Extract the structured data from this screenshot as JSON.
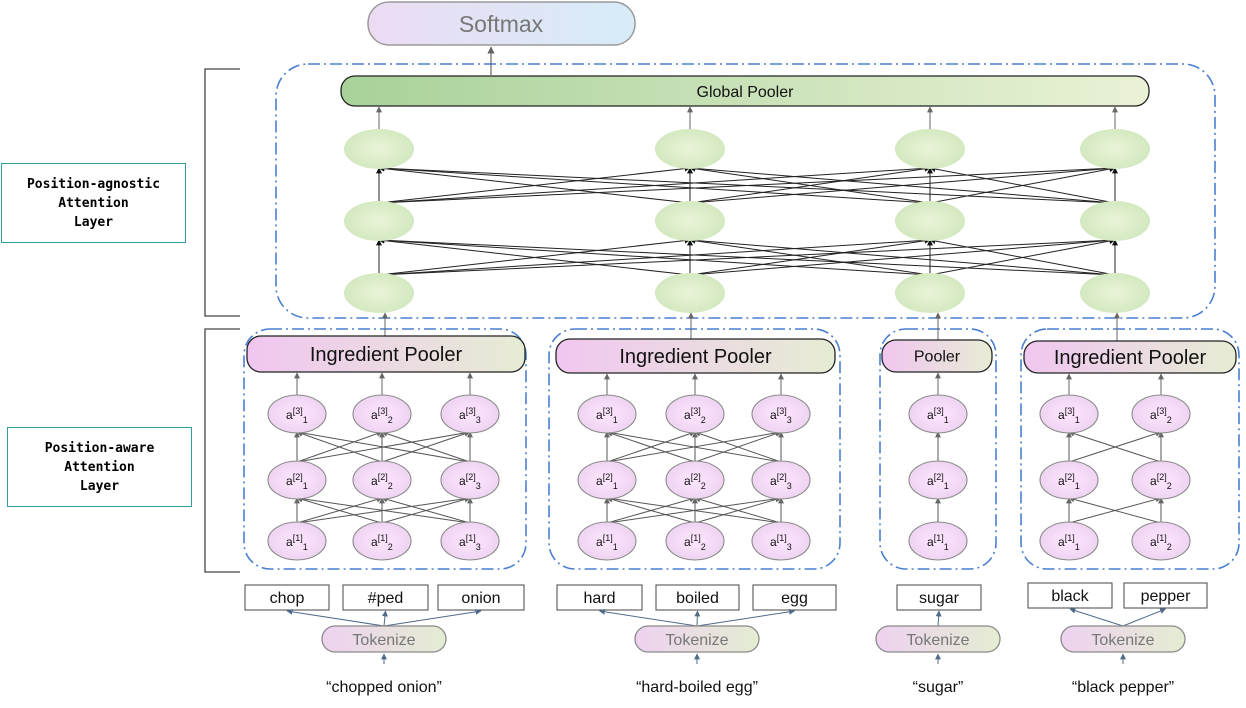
{
  "top": {
    "softmax": "Softmax",
    "global_pooler": "Global Pooler"
  },
  "layers": {
    "agnostic": [
      "Position-agnostic",
      "Attention",
      "Layer"
    ],
    "aware": [
      "Position-aware",
      "Attention",
      "Layer"
    ]
  },
  "groups": [
    {
      "pooler": "Ingredient Pooler",
      "tokens": [
        "chop",
        "#ped",
        "onion"
      ],
      "tokenize": "Tokenize",
      "input": "“chopped onion”"
    },
    {
      "pooler": "Ingredient Pooler",
      "tokens": [
        "hard",
        "boiled",
        "egg"
      ],
      "tokenize": "Tokenize",
      "input": "“hard-boiled egg”"
    },
    {
      "pooler": "Pooler",
      "tokens": [
        "sugar"
      ],
      "tokenize": "Tokenize",
      "input": "“sugar”"
    },
    {
      "pooler": "Ingredient Pooler",
      "tokens": [
        "black",
        "pepper"
      ],
      "tokenize": "Tokenize",
      "input": "“black pepper”"
    }
  ],
  "node_label": {
    "base": "a",
    "layers": [
      "[1]",
      "[2]",
      "[3]"
    ],
    "positions": [
      "1",
      "2",
      "3"
    ]
  }
}
